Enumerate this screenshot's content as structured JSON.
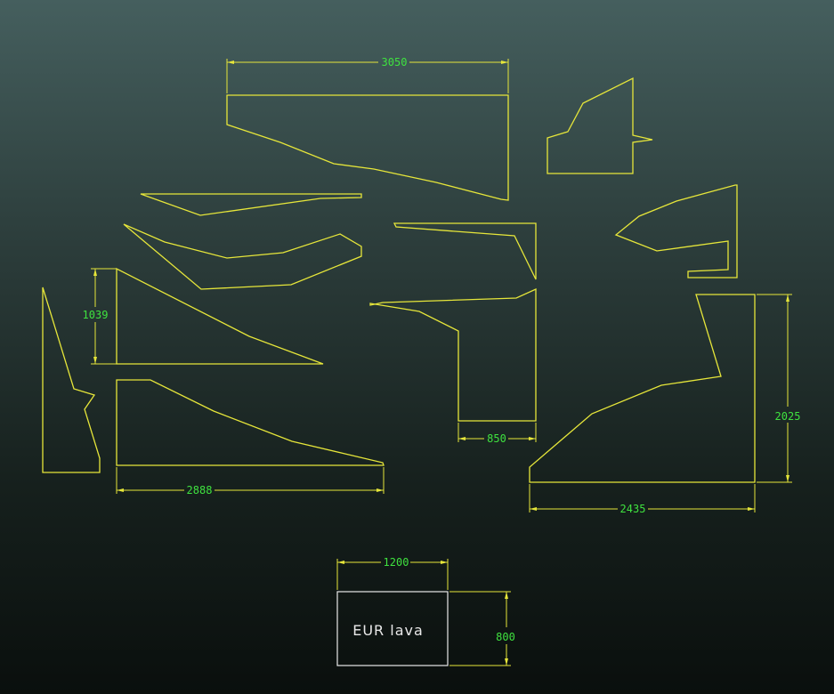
{
  "dimensions": {
    "top_width": "3050",
    "left_triangle_height": "1039",
    "bottom_left_width": "2888",
    "center_part_width": "850",
    "right_part_height": "2025",
    "right_part_width": "2435",
    "pallet_width": "1200",
    "pallet_height": "800"
  },
  "pallet": {
    "label": "EUR lava"
  },
  "colors": {
    "outline": "#e6e63a",
    "dimension_text": "#3fe23f",
    "pallet_outline": "#e8e8e8"
  }
}
